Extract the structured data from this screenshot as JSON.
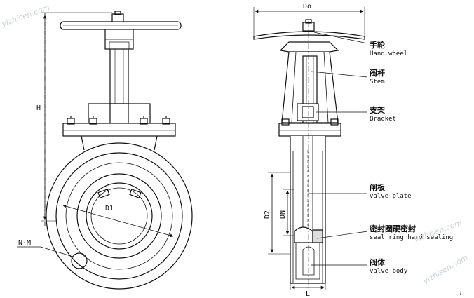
{
  "front_view": {
    "dimension_h": "H",
    "dimension_d1": "D1",
    "label_nm": "N-M"
  },
  "side_view": {
    "dimension_do": "Do",
    "dimension_d2": "D2",
    "dimension_dn": "DN",
    "dimension_l": "L"
  },
  "callouts": [
    {
      "cn": "手轮",
      "en": "Hand wheel"
    },
    {
      "cn": "阀杆",
      "en": "Stem"
    },
    {
      "cn": "支架",
      "en": "Bracket"
    },
    {
      "cn": "闸板",
      "en": "valve plate"
    },
    {
      "cn": "密封圈硬密封",
      "en": "seal ring hard sealing"
    },
    {
      "cn": "阀体",
      "en": "valve body"
    }
  ],
  "watermarks": [
    "yizhisen.com",
    "yizhisen.com",
    "yizhisen.com"
  ],
  "footer_mark": "↓"
}
